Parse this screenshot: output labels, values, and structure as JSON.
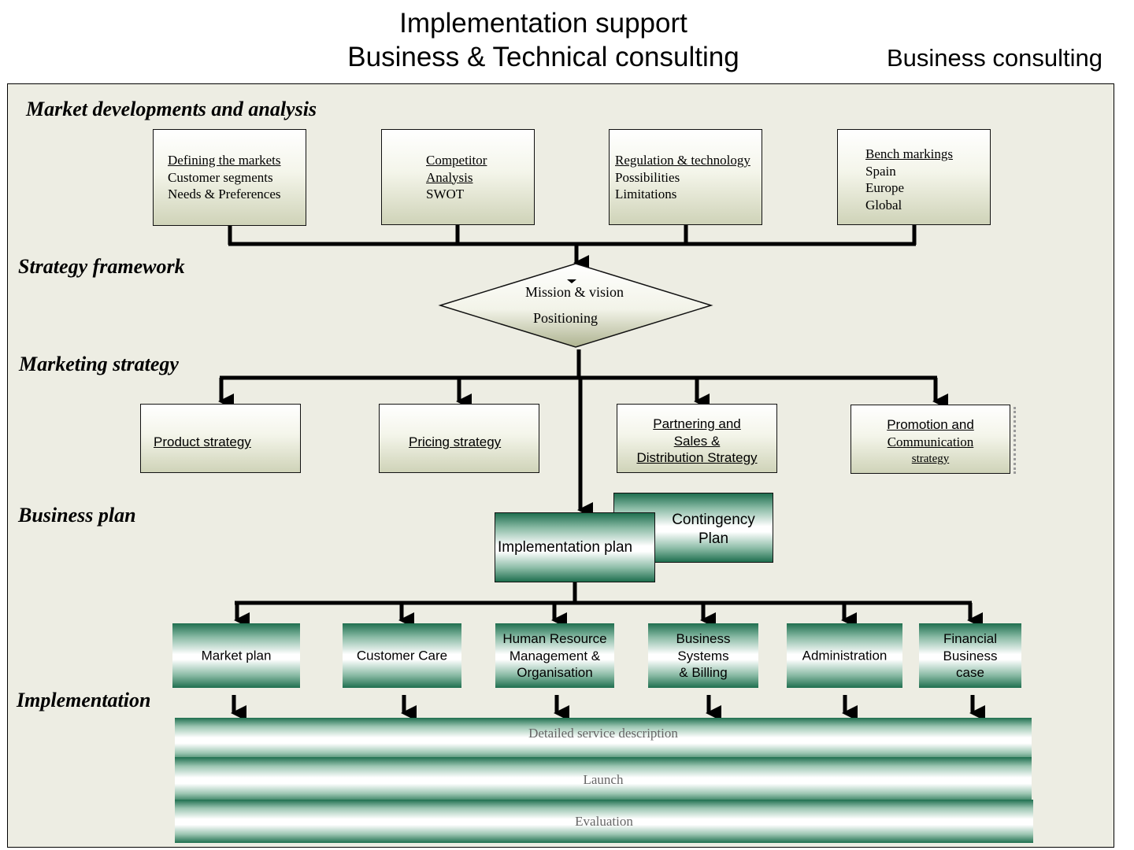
{
  "header": {
    "title_line1": "Implementation support",
    "title_line2": "Business & Technical consulting",
    "corner": "Business consulting"
  },
  "sections": {
    "market": "Market developments and analysis",
    "strategy": "Strategy framework",
    "marketing": "Marketing strategy",
    "business_plan": "Business plan",
    "implementation": "Implementation"
  },
  "market_boxes": [
    {
      "lines": [
        "Defining  the markets",
        "Customer segments",
        "Needs & Preferences"
      ]
    },
    {
      "lines": [
        "Competitor",
        "Analysis",
        "SWOT"
      ]
    },
    {
      "lines": [
        "Regulation  & technology",
        "Possibilities",
        "Limitations"
      ]
    },
    {
      "lines": [
        "Bench markings",
        "Spain",
        "Europe",
        "Global"
      ]
    }
  ],
  "diamond": {
    "line1": "Mission & vision",
    "line2": "Positioning"
  },
  "marketing_boxes": [
    {
      "lines": [
        "Product strategy"
      ]
    },
    {
      "lines": [
        "Pricing strategy"
      ]
    },
    {
      "lines": [
        "Partnering and",
        "Sales &",
        "Distribution Strategy"
      ]
    },
    {
      "lines": [
        "Promotion and",
        "Communication",
        "strategy"
      ]
    }
  ],
  "plans": {
    "contingency": [
      "Contingency",
      "Plan"
    ],
    "implementation": "Implementation  plan"
  },
  "implementation_boxes": [
    {
      "lines": [
        "Market plan"
      ]
    },
    {
      "lines": [
        "Customer Care"
      ]
    },
    {
      "lines": [
        "Human Resource",
        "Management &",
        "Organisation"
      ]
    },
    {
      "lines": [
        "Business",
        "Systems",
        "& Billing"
      ]
    },
    {
      "lines": [
        "Administration"
      ]
    },
    {
      "lines": [
        "Financial",
        "Business",
        "case"
      ]
    }
  ],
  "bands": [
    "Detailed service description",
    "Launch",
    "Evaluation"
  ],
  "colors": {
    "frame_bg": "#edede3",
    "accent_green": "#1f6f4f"
  }
}
